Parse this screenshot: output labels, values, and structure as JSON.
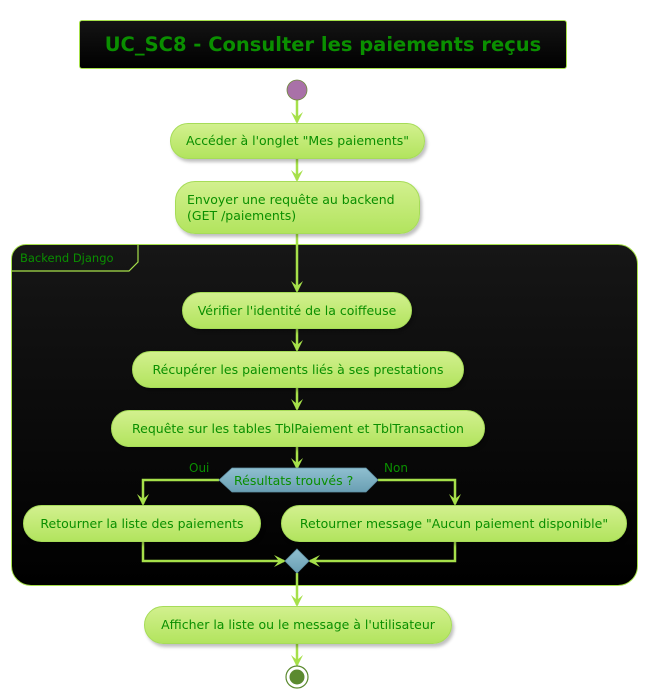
{
  "diagram": {
    "title": "UC_SC8 - Consulter les paiements reçus",
    "partition": {
      "label": "Backend Django"
    },
    "start": {
      "type": "initial-node"
    },
    "actions": [
      {
        "id": "a1",
        "label": "Accéder à l'onglet \"Mes paiements\""
      },
      {
        "id": "a2",
        "label": "Envoyer une requête au backend\n(GET /paiements)"
      },
      {
        "id": "a3",
        "label": "Vérifier l'identité de la coiffeuse"
      },
      {
        "id": "a4",
        "label": "Récupérer les paiements liés à ses prestations"
      },
      {
        "id": "a5",
        "label": "Requête sur les tables TblPaiement et TblTransaction"
      },
      {
        "id": "a6",
        "label": "Retourner la liste des paiements"
      },
      {
        "id": "a7",
        "label": "Retourner message \"Aucun paiement disponible\""
      },
      {
        "id": "a8",
        "label": "Afficher la liste ou le message à l'utilisateur"
      }
    ],
    "decision": {
      "label": "Résultats trouvés ?",
      "yes_label": "Oui",
      "no_label": "Non"
    },
    "end": {
      "type": "final-node"
    },
    "colors": {
      "action_fill_top": "#d2f08e",
      "action_fill_bottom": "#b2e45e",
      "arrow": "#a6e04a",
      "text": "#0a8f00",
      "start_node": "#a971a8",
      "end_node": "#5b8a2f",
      "decision_fill": "#7aaec1",
      "partition_bg": "#111111"
    }
  }
}
